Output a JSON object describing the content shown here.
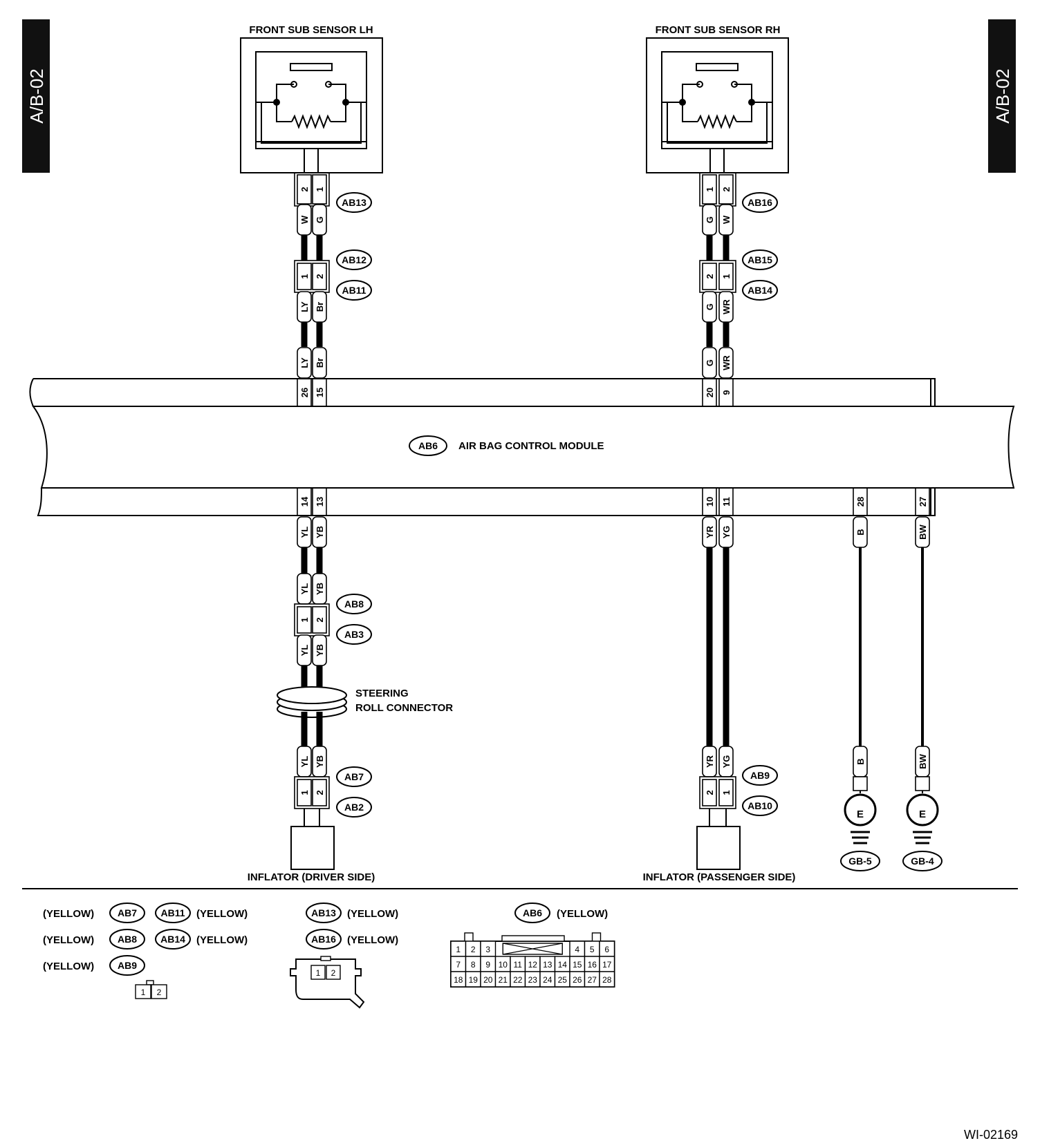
{
  "page_ref": "A/B-02",
  "figure_id": "WI-02169",
  "sensors": {
    "lh": {
      "title": "FRONT SUB SENSOR LH",
      "pins": [
        "2",
        "1"
      ],
      "connectors": [
        "AB13",
        "AB12",
        "AB11"
      ],
      "wires_top": [
        "W",
        "G"
      ],
      "mid_pins": [
        "1",
        "2"
      ],
      "wires_bottom": [
        "LY",
        "Br"
      ],
      "module_wires": [
        "LY",
        "Br"
      ],
      "module_pins": [
        "26",
        "15"
      ]
    },
    "rh": {
      "title": "FRONT SUB SENSOR RH",
      "pins": [
        "1",
        "2"
      ],
      "connectors": [
        "AB16",
        "AB15",
        "AB14"
      ],
      "wires_top": [
        "G",
        "W"
      ],
      "mid_pins": [
        "2",
        "1"
      ],
      "wires_bottom": [
        "G",
        "WR"
      ],
      "module_wires": [
        "G",
        "WR"
      ],
      "module_pins": [
        "20",
        "9"
      ]
    }
  },
  "module": {
    "connector": "AB6",
    "title": "AIR BAG CONTROL MODULE"
  },
  "driver": {
    "module_pins": [
      "14",
      "13"
    ],
    "wires": [
      "YL",
      "YB"
    ],
    "connectors": [
      "AB8",
      "AB3",
      "AB7",
      "AB2"
    ],
    "conn_pins": [
      "1",
      "2"
    ],
    "steering": [
      "STEERING",
      "ROLL CONNECTOR"
    ],
    "title": "INFLATOR (DRIVER SIDE)"
  },
  "passenger": {
    "module_pins": [
      "10",
      "11"
    ],
    "wires": [
      "YR",
      "YG"
    ],
    "connectors": [
      "AB9",
      "AB10"
    ],
    "conn_pins": [
      "2",
      "1"
    ],
    "title": "INFLATOR (PASSENGER SIDE)"
  },
  "grounds": [
    {
      "pin": "28",
      "wire": "B",
      "symbol": "E",
      "label": "GB-5"
    },
    {
      "pin": "27",
      "wire": "BW",
      "symbol": "E",
      "label": "GB-4"
    }
  ],
  "legend": {
    "color": "(YELLOW)",
    "group1": [
      "AB7",
      "AB11",
      "AB8",
      "AB14",
      "AB9"
    ],
    "group1_pins": [
      "1",
      "2"
    ],
    "group2": [
      "AB13",
      "AB16"
    ],
    "group2_pins": [
      "1",
      "2"
    ],
    "group3": "AB6",
    "grid_rows": [
      [
        "1",
        "2",
        "3",
        "4",
        "5",
        "6"
      ],
      [
        "7",
        "8",
        "9",
        "10",
        "11",
        "12",
        "13",
        "14",
        "15",
        "16",
        "17"
      ],
      [
        "18",
        "19",
        "20",
        "21",
        "22",
        "23",
        "24",
        "25",
        "26",
        "27",
        "28"
      ]
    ]
  }
}
